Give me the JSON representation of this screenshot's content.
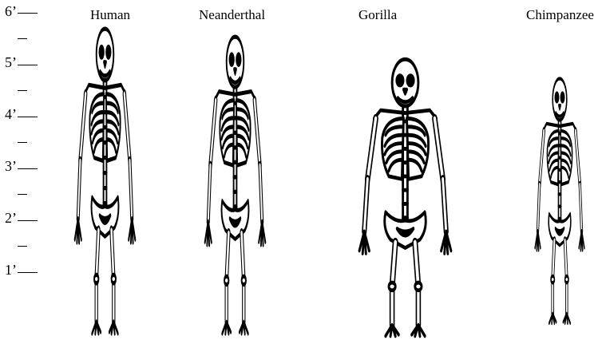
{
  "scale": {
    "labels": [
      "6’",
      "5’",
      "4’",
      "3’",
      "2’",
      "1’"
    ]
  },
  "titles": {
    "human": "Human",
    "neanderthal": "Neanderthal",
    "gorilla": "Gorilla",
    "chimpanzee": "Chimpanzee"
  },
  "colors": {
    "ink": "#000000",
    "bone": "#ffffff",
    "background": "#ffffff"
  }
}
